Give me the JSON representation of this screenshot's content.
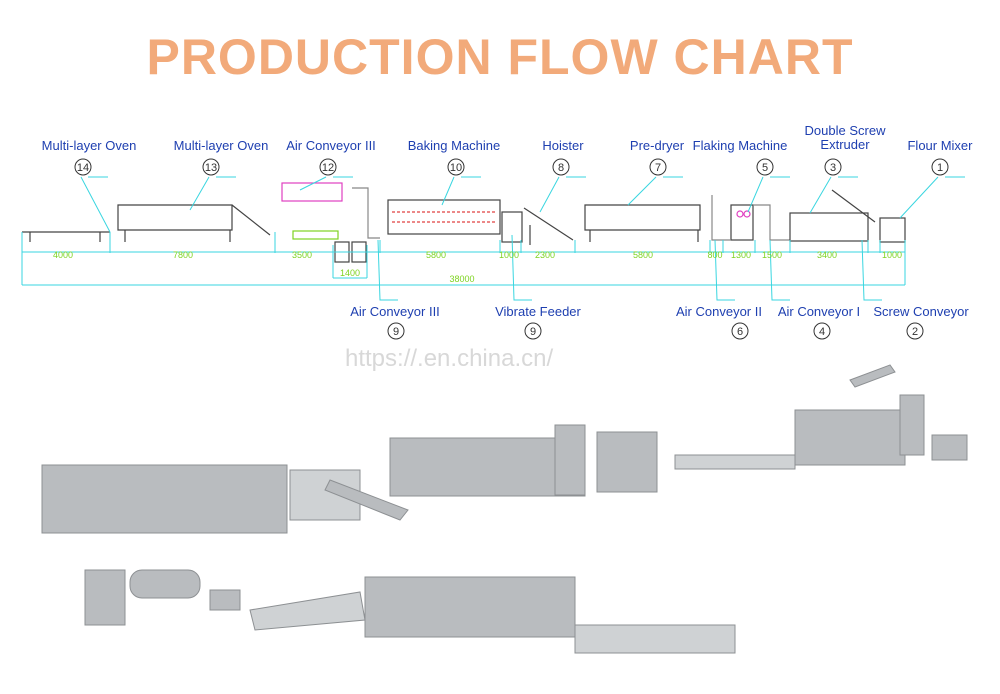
{
  "title": "PRODUCTION FLOW CHART",
  "top_labels": [
    {
      "lines": [
        "Multi-layer Oven"
      ],
      "num": "14"
    },
    {
      "lines": [
        "Multi-layer Oven"
      ],
      "num": "13"
    },
    {
      "lines": [
        "Air Conveyor III"
      ],
      "num": "12"
    },
    {
      "lines": [
        "Baking Machine"
      ],
      "num": "10"
    },
    {
      "lines": [
        "Hoister"
      ],
      "num": "8"
    },
    {
      "lines": [
        "Pre-dryer"
      ],
      "num": "7"
    },
    {
      "lines": [
        "Flaking Machine"
      ],
      "num": "5"
    },
    {
      "lines": [
        "Double Screw",
        "Extruder"
      ],
      "num": "3"
    },
    {
      "lines": [
        "Flour Mixer"
      ],
      "num": "1"
    }
  ],
  "bottom_labels": [
    {
      "lines": [
        "Air Conveyor III"
      ],
      "num": "9"
    },
    {
      "lines": [
        "Vibrate Feeder"
      ],
      "num": "9"
    },
    {
      "lines": [
        "Air Conveyor II"
      ],
      "num": "6"
    },
    {
      "lines": [
        "Air Conveyor I"
      ],
      "num": "4"
    },
    {
      "lines": [
        "Screw Conveyor"
      ],
      "num": "2"
    }
  ],
  "dimensions": [
    "4000",
    "7800",
    "3500",
    "1400",
    "5800",
    "1000",
    "2300",
    "5800",
    "800",
    "1300",
    "1500",
    "3400",
    "1000"
  ],
  "total_length": "38000",
  "watermark": "https://.en.china.cn/",
  "colors": {
    "title": "#f2aa7a",
    "label": "#1e3fb0",
    "dimension_line": "#3ad6e0",
    "dimension_text": "#7ed321"
  }
}
